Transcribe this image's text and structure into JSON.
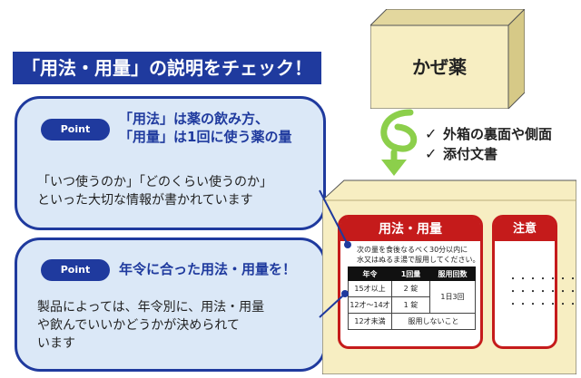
{
  "title": "「用法・用量」の説明をチェック！",
  "callout1": {
    "badge": "Point",
    "heading_line1": "「用法」は薬の飲み方、",
    "heading_line2": "「用量」は1回に使う薬の量",
    "body_line1": "「いつ使うのか」「どのくらい使うのか」",
    "body_line2": "といった大切な情報が書かれています"
  },
  "callout2": {
    "badge": "Point",
    "heading": "年令に合った用法・用量を！",
    "body_line1": "製品によっては、年令別に、用法・用量",
    "body_line2": "や飲んでいいかどうかが決められて",
    "body_line3": "います"
  },
  "medicine_box": {
    "label": "かぜ薬"
  },
  "checklist": [
    "外箱の裏面や側面",
    "添付文書"
  ],
  "package": {
    "usage_header": "用法・用量",
    "instruction_line1": "次の量を食後なるべく30分以内に",
    "instruction_line2": "水又はぬるま湯で服用してください。",
    "table_headers": [
      "年令",
      "1回量",
      "服用回数"
    ],
    "rows": [
      {
        "age": "15才以上",
        "dose": "2 錠"
      },
      {
        "age": "12才～14才",
        "dose": "1 錠"
      }
    ],
    "frequency": "1日3回",
    "under_age": "12才未満",
    "not_allowed": "服用しないこと",
    "note_header": "注意",
    "note_dots": "・・・・・・・・"
  },
  "colors": {
    "navy": "#1f3a9e",
    "light_blue": "#dbe8f7",
    "red": "#c51b1b",
    "box": "#f7eec2",
    "arrow": "#8ccf4b"
  }
}
